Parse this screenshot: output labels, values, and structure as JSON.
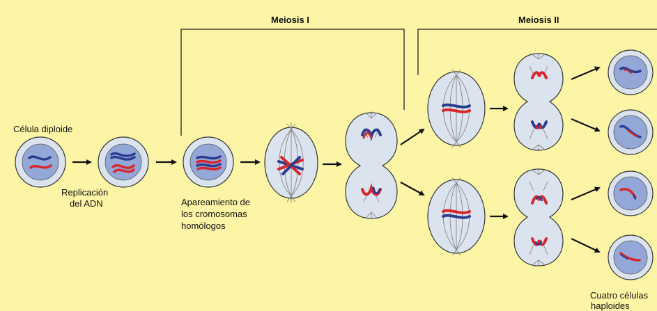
{
  "labels": {
    "meiosis_1": "Meiosis I",
    "meiosis_2": "Meiosis II",
    "diploid_cell": "Célula diploide",
    "dna_replication_1": "Replicación",
    "dna_replication_2": "del ADN",
    "pairing_1": "Apareamiento de",
    "pairing_2": "los cromosomas",
    "pairing_3": "homólogos",
    "haploid_1": "Cuatro células",
    "haploid_2": "haploides"
  },
  "colors": {
    "background": "#fdf5a6",
    "cell_fill": "#dbe3ef",
    "nucleus_fill": "#94a8d8",
    "chromosome_blue": "#2a3d8f",
    "chromosome_red": "#d8262d",
    "spindle": "#7a7a7a",
    "outline": "#333333"
  }
}
